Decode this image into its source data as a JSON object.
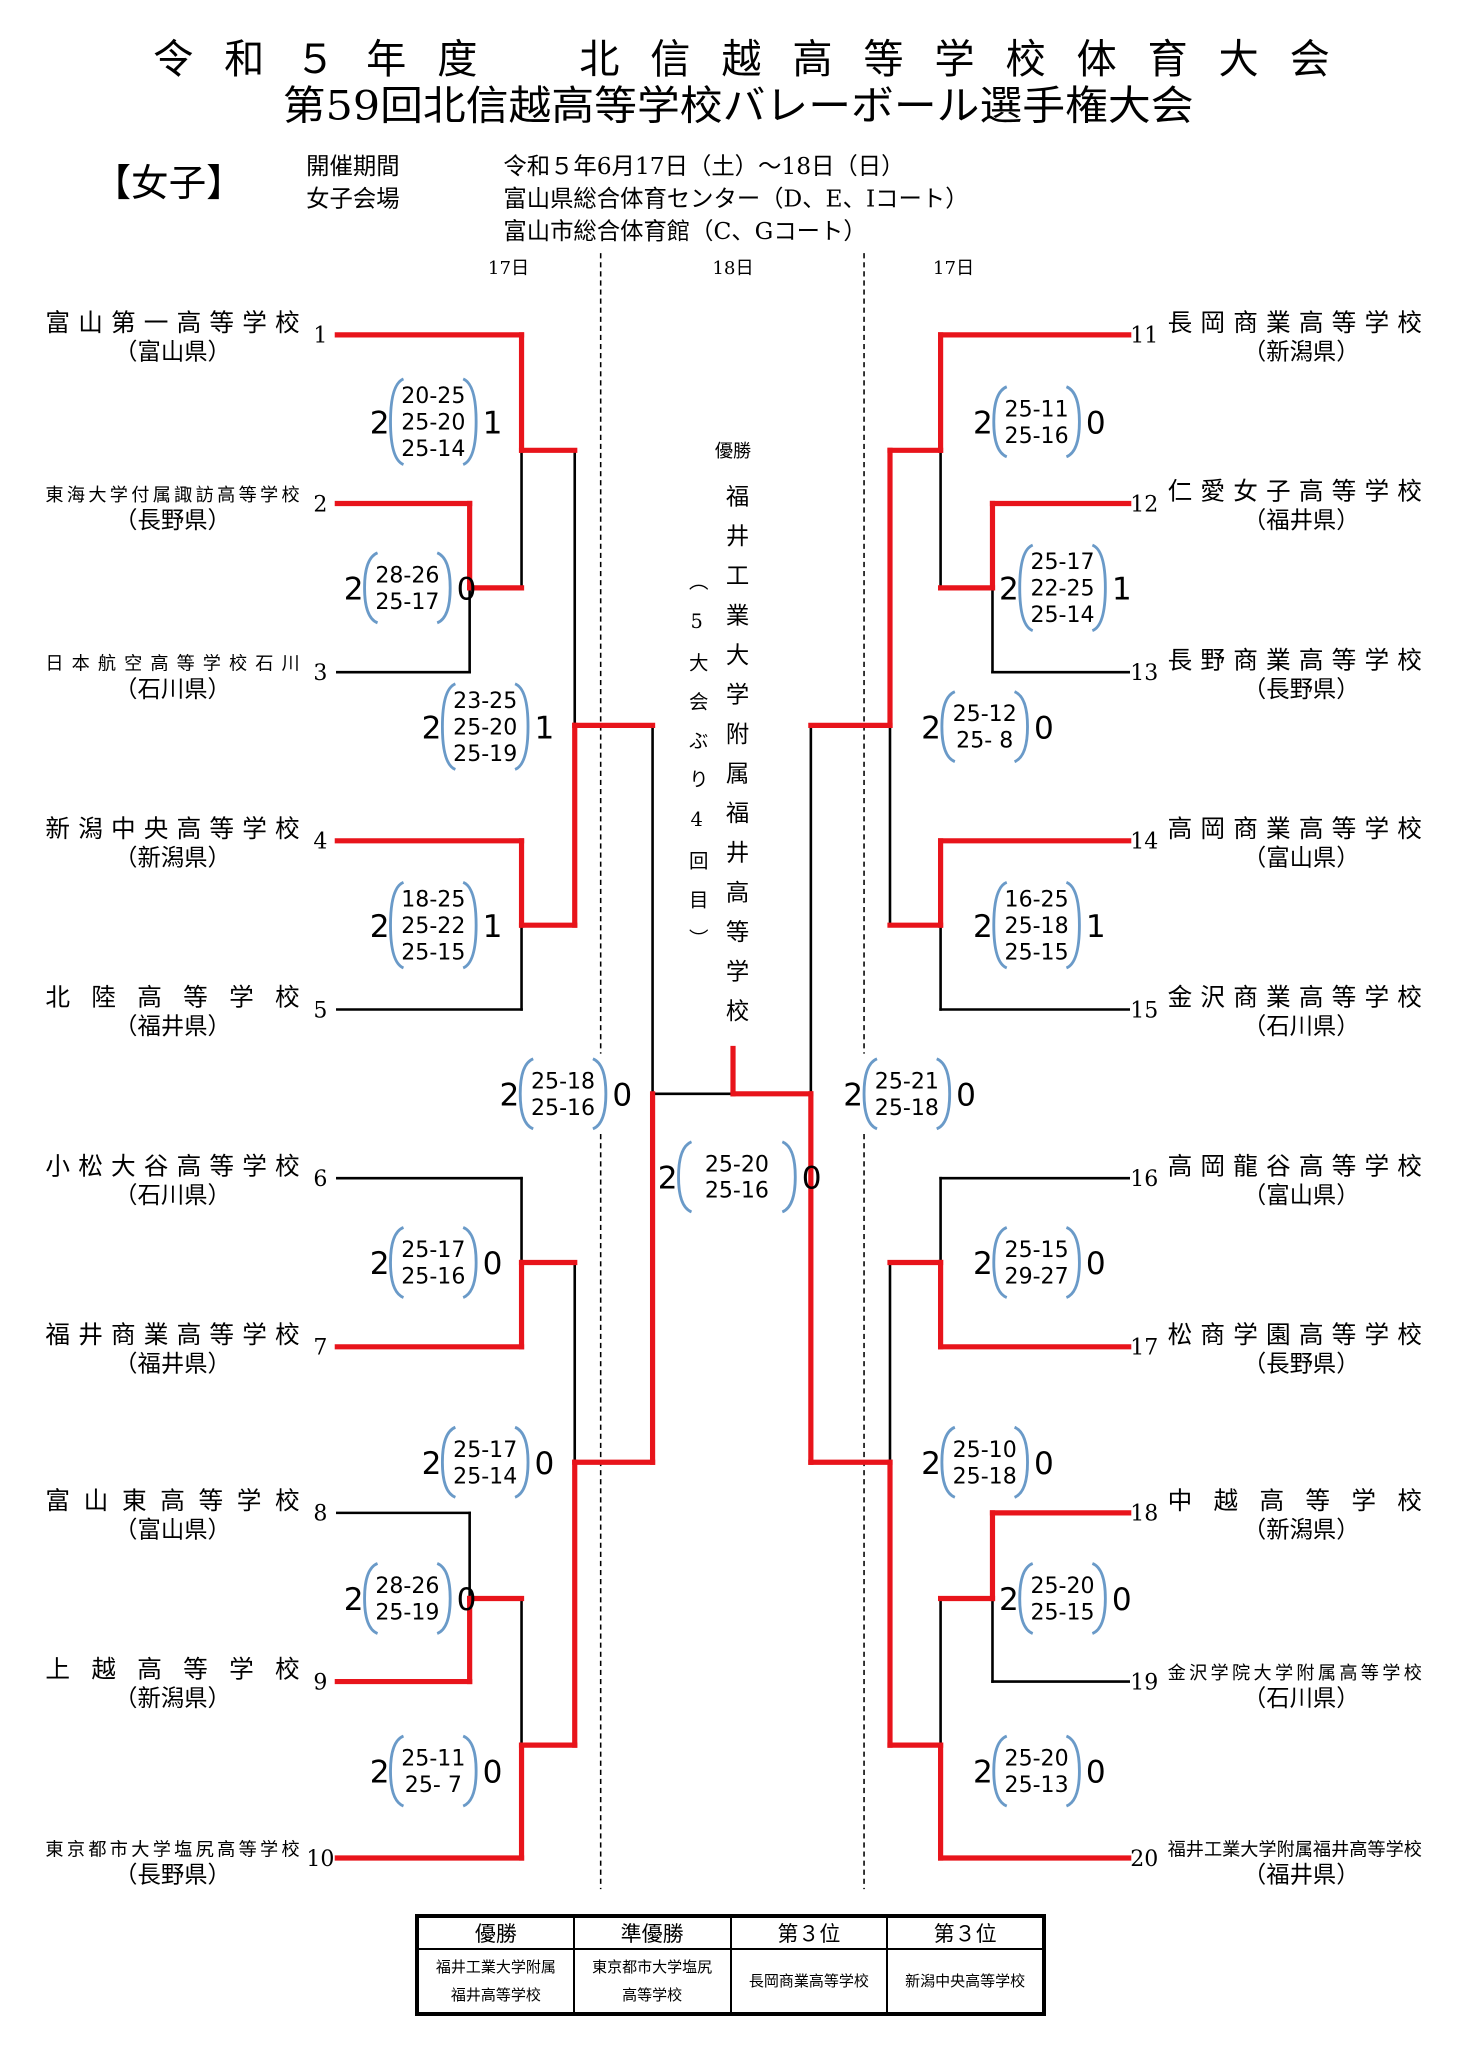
{
  "header": {
    "title_line1": "令和５年度　北信越高等学校体育大会",
    "title_line2": "第59回北信越高等学校バレーボール選手権大会",
    "division": "【女子】",
    "period_label": "開催期間",
    "period_value": "令和５年6月17日（土）～18日（日）",
    "venue_label": "女子会場",
    "venue_1": "富山県総合体育センター（D、E、Iコート）",
    "venue_2": "富山市総合体育館（C、Gコート）",
    "day_left": "17日",
    "day_center": "18日",
    "day_right": "17日"
  },
  "colors": {
    "winner_line": "#e8141b",
    "loser_line": "#000000",
    "score_bracket": "#6a9ac8"
  },
  "champion": {
    "label": "優勝",
    "name": "福井工業大学附属福井高等学校",
    "note": "（5大会ぶり4回目）"
  },
  "teams": [
    {
      "seed": "1",
      "name": "富山第一高等学校",
      "pref": "（富山県）"
    },
    {
      "seed": "2",
      "name": "東海大学付属諏訪高等学校",
      "pref": "（長野県）"
    },
    {
      "seed": "3",
      "name": "日本航空高等学校石川",
      "pref": "（石川県）"
    },
    {
      "seed": "4",
      "name": "新潟中央高等学校",
      "pref": "（新潟県）"
    },
    {
      "seed": "5",
      "name": "北陸高等学校",
      "pref": "（福井県）"
    },
    {
      "seed": "6",
      "name": "小松大谷高等学校",
      "pref": "（石川県）"
    },
    {
      "seed": "7",
      "name": "福井商業高等学校",
      "pref": "（福井県）"
    },
    {
      "seed": "8",
      "name": "富山東高等学校",
      "pref": "（富山県）"
    },
    {
      "seed": "9",
      "name": "上越高等学校",
      "pref": "（新潟県）"
    },
    {
      "seed": "10",
      "name": "東京都市大学塩尻高等学校",
      "pref": "（長野県）"
    },
    {
      "seed": "11",
      "name": "長岡商業高等学校",
      "pref": "（新潟県）"
    },
    {
      "seed": "12",
      "name": "仁愛女子高等学校",
      "pref": "（福井県）"
    },
    {
      "seed": "13",
      "name": "長野商業高等学校",
      "pref": "（長野県）"
    },
    {
      "seed": "14",
      "name": "高岡商業高等学校",
      "pref": "（富山県）"
    },
    {
      "seed": "15",
      "name": "金沢商業高等学校",
      "pref": "（石川県）"
    },
    {
      "seed": "16",
      "name": "高岡龍谷高等学校",
      "pref": "（富山県）"
    },
    {
      "seed": "17",
      "name": "松商学園高等学校",
      "pref": "（長野県）"
    },
    {
      "seed": "18",
      "name": "中越高等学校",
      "pref": "（新潟県）"
    },
    {
      "seed": "19",
      "name": "金沢学院大学附属高等学校",
      "pref": "（石川県）"
    },
    {
      "seed": "20",
      "name": "福井工業大学附属福井高等学校",
      "pref": "（福井県）"
    }
  ],
  "matches": [
    {
      "left": "2",
      "sets": [
        "20-25",
        "25-20",
        "25-14"
      ],
      "right": "1"
    },
    {
      "left": "2",
      "sets": [
        "28-26",
        "25-17"
      ],
      "right": "0"
    },
    {
      "left": "2",
      "sets": [
        "23-25",
        "25-20",
        "25-19"
      ],
      "right": "1"
    },
    {
      "left": "2",
      "sets": [
        "18-25",
        "25-22",
        "25-15"
      ],
      "right": "1"
    },
    {
      "left": "2",
      "sets": [
        "25-18",
        "25-16"
      ],
      "right": "0"
    },
    {
      "left": "2",
      "sets": [
        "25-17",
        "25-16"
      ],
      "right": "0"
    },
    {
      "left": "2",
      "sets": [
        "25-17",
        "25-14"
      ],
      "right": "0"
    },
    {
      "left": "2",
      "sets": [
        "28-26",
        "25-19"
      ],
      "right": "0"
    },
    {
      "left": "2",
      "sets": [
        "25-11",
        "25- 7"
      ],
      "right": "0"
    },
    {
      "left": "2",
      "sets": [
        "25-20",
        "25-16"
      ],
      "right": "0"
    },
    {
      "left": "2",
      "sets": [
        "25-11",
        "25-16"
      ],
      "right": "0"
    },
    {
      "left": "2",
      "sets": [
        "25-17",
        "22-25",
        "25-14"
      ],
      "right": "1"
    },
    {
      "left": "2",
      "sets": [
        "25-12",
        "25- 8"
      ],
      "right": "0"
    },
    {
      "left": "2",
      "sets": [
        "16-25",
        "25-18",
        "25-15"
      ],
      "right": "1"
    },
    {
      "left": "2",
      "sets": [
        "25-21",
        "25-18"
      ],
      "right": "0"
    },
    {
      "left": "2",
      "sets": [
        "25-15",
        "29-27"
      ],
      "right": "0"
    },
    {
      "left": "2",
      "sets": [
        "25-10",
        "25-18"
      ],
      "right": "0"
    },
    {
      "left": "2",
      "sets": [
        "25-20",
        "25-15"
      ],
      "right": "0"
    },
    {
      "left": "2",
      "sets": [
        "25-20",
        "25-13"
      ],
      "right": "0"
    }
  ],
  "results_table": {
    "headers": [
      "優勝",
      "準優勝",
      "第３位",
      "第３位"
    ],
    "cells": [
      [
        "福井工業大学附属",
        "福井高等学校"
      ],
      [
        "東京都市大学塩尻",
        "高等学校"
      ],
      [
        "長岡商業高等学校"
      ],
      [
        "新潟中央高等学校"
      ]
    ]
  }
}
